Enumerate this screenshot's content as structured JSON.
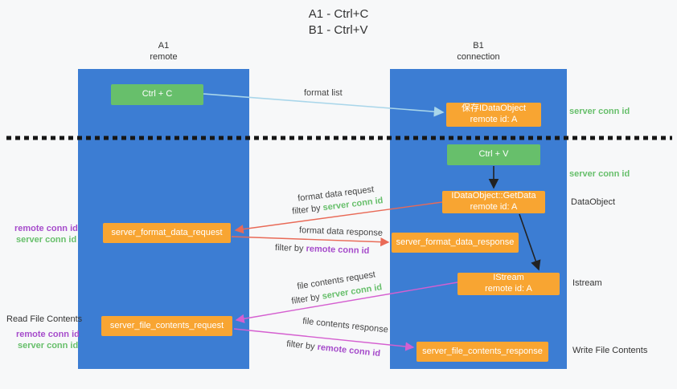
{
  "title": {
    "line1": "A1 - Ctrl+C",
    "line2": "B1 - Ctrl+V"
  },
  "lanes": {
    "left": {
      "name": "A1",
      "sub": "remote"
    },
    "right": {
      "name": "B1",
      "sub": "connection"
    }
  },
  "nodes": {
    "ctrl_c": {
      "label": "Ctrl + C"
    },
    "ctrl_v": {
      "label": "Ctrl + V"
    },
    "save_dataobject": {
      "line1": "保存IDataObject",
      "line2": "remote id: A"
    },
    "getdata": {
      "line1": "IDataObject::GetData",
      "line2": "remote id: A"
    },
    "istream": {
      "line1": "IStream",
      "line2": "remote id: A"
    },
    "format_request": {
      "label": "server_format_data_request"
    },
    "format_response": {
      "label": "server_format_data_response"
    },
    "file_request": {
      "label": "server_file_contents_request"
    },
    "file_response": {
      "label": "server_file_contents_response"
    }
  },
  "side_labels": {
    "server_conn_top": "server conn id",
    "server_conn_mid": "server conn id",
    "dataobject": "DataObject",
    "istream": "Istream",
    "write_file": "Write File Contents",
    "read_file": "Read File Contents",
    "remote_conn_fmt": "remote conn id",
    "server_conn_fmt": "server conn id",
    "remote_conn_file": "remote conn id",
    "server_conn_file": "server conn id"
  },
  "arrow_labels": {
    "format_list": "format list",
    "format_data_request": "format data request",
    "format_data_response": "format data response",
    "file_contents_request": "file contents request",
    "file_contents_response": "file contents response",
    "filter_by": "filter by",
    "server_conn_id": "server conn id",
    "remote_conn_id": "remote conn id"
  },
  "colors": {
    "lane_blue": "#3c7dd3",
    "green": "#67bf6b",
    "orange": "#f8a532",
    "purple": "#a64ccb",
    "red_arrow": "#e96a57",
    "pink_arrow": "#d55fd0",
    "light_blue_arrow": "#a9d6ea"
  }
}
